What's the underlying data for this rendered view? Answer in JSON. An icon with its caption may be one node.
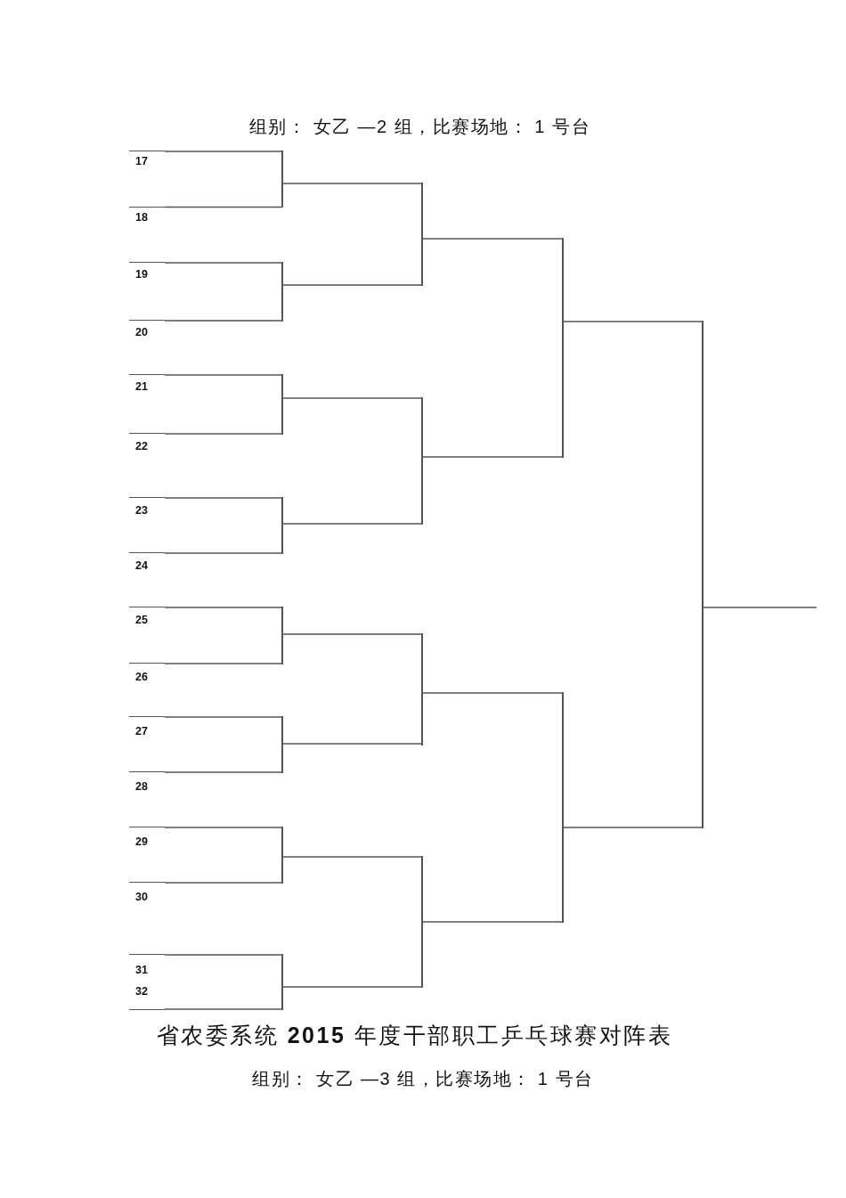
{
  "diagram": {
    "nodes": [
      {
        "text": [
          "17"
        ]
      },
      {
        "text": [
          "18"
        ]
      },
      {
        "text": [
          "19"
        ]
      },
      {
        "text": [
          "20"
        ]
      },
      {
        "text": [
          "21"
        ]
      },
      {
        "text": [
          "22"
        ]
      },
      {
        "text": [
          "23"
        ]
      },
      {
        "text": [
          "24"
        ]
      },
      {
        "text": [
          "25"
        ]
      },
      {
        "text": [
          "26"
        ]
      },
      {
        "text": [
          "27"
        ]
      },
      {
        "text": [
          "28"
        ]
      },
      {
        "text": [
          "29"
        ]
      },
      {
        "text": [
          "30"
        ]
      },
      {
        "text": [
          "31"
        ]
      },
      {
        "text": [
          "32"
        ]
      },
      {
        "text": [],
        "shape": "bar"
      },
      {
        "text": [],
        "shape": "bar"
      },
      {
        "text": [],
        "shape": "bar"
      },
      {
        "text": [],
        "shape": "bar"
      },
      {
        "text": [],
        "shape": "bar"
      },
      {
        "text": [],
        "shape": "bar"
      },
      {
        "text": [],
        "shape": "bar"
      },
      {
        "text": [],
        "shape": "bar"
      },
      {
        "text": [],
        "shape": "bar"
      },
      {
        "text": [],
        "shape": "bar"
      },
      {
        "text": [],
        "shape": "bar"
      },
      {
        "text": [],
        "shape": "bar"
      },
      {
        "text": [],
        "shape": "bar"
      },
      {
        "text": [],
        "shape": "bar"
      },
      {
        "text": [],
        "shape": "bar"
      }
    ],
    "edges": [
      {
        "from": 0,
        "to": 16,
        "arrow": "none"
      },
      {
        "from": 1,
        "to": 16,
        "arrow": "none"
      },
      {
        "from": 2,
        "to": 17,
        "arrow": "none"
      },
      {
        "from": 3,
        "to": 17,
        "arrow": "none"
      },
      {
        "from": 4,
        "to": 18,
        "arrow": "none"
      },
      {
        "from": 5,
        "to": 18,
        "arrow": "none"
      },
      {
        "from": 6,
        "to": 19,
        "arrow": "none"
      },
      {
        "from": 7,
        "to": 19,
        "arrow": "none"
      },
      {
        "from": 8,
        "to": 20,
        "arrow": "none"
      },
      {
        "from": 9,
        "to": 20,
        "arrow": "none"
      },
      {
        "from": 10,
        "to": 21,
        "arrow": "none"
      },
      {
        "from": 11,
        "to": 21,
        "arrow": "none"
      },
      {
        "from": 12,
        "to": 22,
        "arrow": "none"
      },
      {
        "from": 13,
        "to": 22,
        "arrow": "none"
      },
      {
        "from": 14,
        "to": 23,
        "arrow": "none"
      },
      {
        "from": 15,
        "to": 23,
        "arrow": "none"
      },
      {
        "from": 16,
        "to": 24,
        "arrow": "none"
      },
      {
        "from": 17,
        "to": 24,
        "arrow": "none"
      },
      {
        "from": 18,
        "to": 25,
        "arrow": "none"
      },
      {
        "from": 19,
        "to": 25,
        "arrow": "none"
      },
      {
        "from": 20,
        "to": 26,
        "arrow": "none"
      },
      {
        "from": 21,
        "to": 26,
        "arrow": "none"
      },
      {
        "from": 22,
        "to": 27,
        "arrow": "none"
      },
      {
        "from": 23,
        "to": 27,
        "arrow": "none"
      },
      {
        "from": 24,
        "to": 28,
        "arrow": "none"
      },
      {
        "from": 25,
        "to": 28,
        "arrow": "none"
      },
      {
        "from": 26,
        "to": 29,
        "arrow": "none"
      },
      {
        "from": 27,
        "to": 29,
        "arrow": "none"
      },
      {
        "from": 28,
        "to": 30,
        "arrow": "none"
      },
      {
        "from": 29,
        "to": 30,
        "arrow": "none"
      },
      {
        "from": 30,
        "to": null,
        "arrow": "none"
      }
    ],
    "labels": [
      "组别： 女乙 —2 组，比赛场地： 1 号台",
      "省农委系统 **2015** 年度干部职工乒乓球赛对阵表",
      "组别： 女乙 —3 组，比赛场地： 1 号台"
    ]
  }
}
